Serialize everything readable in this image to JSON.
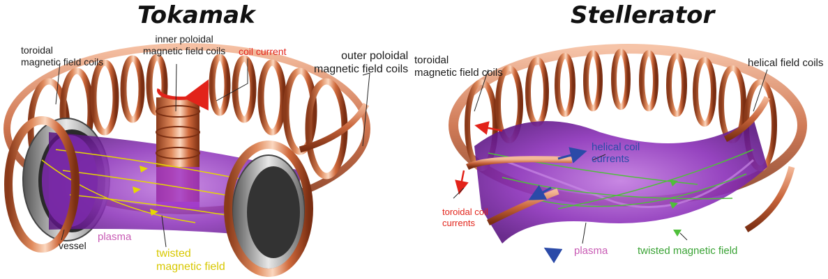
{
  "tokamak": {
    "title": "Tokamak",
    "labels": {
      "toroidal_coils": "toroidal\nmagnetic field coils",
      "inner_poloidal": "inner poloidal\nmagnetic field coils",
      "coil_current": "coil current",
      "outer_poloidal": "outer poloidal\nmagnetic field coils",
      "vessel": "vessel",
      "plasma": "plasma",
      "twisted_field": "twisted\nmagnetic field"
    }
  },
  "stellerator": {
    "title": "Stellerator",
    "labels": {
      "toroidal_coils": "toroidal\nmagnetic field coils",
      "helical_coils": "helical field coils",
      "helical_currents": "helical coil\ncurrents",
      "toroidal_currents": "toroidal coil\ncurrents",
      "plasma": "plasma",
      "twisted_field": "twisted magnetic field"
    }
  },
  "colors": {
    "copper": "#c8643a",
    "plasma": "#8a2fb8",
    "field_yellow": "#e6d800",
    "field_green": "#4fbf3a",
    "current_red": "#e2231a",
    "current_blue": "#2b4aa8"
  }
}
